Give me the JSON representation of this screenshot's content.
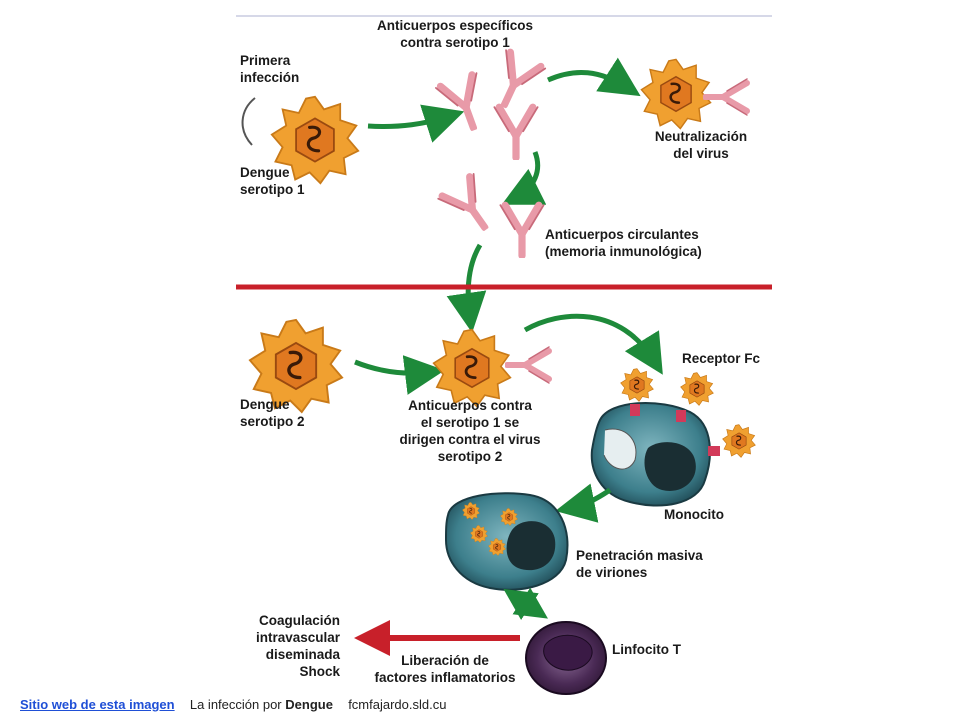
{
  "diagram": {
    "colors": {
      "virus_fill": "#f0a030",
      "virus_core": "#e07820",
      "antibody": "#e89aa8",
      "arrow_green": "#1e8a3a",
      "divider_red": "#c8202a",
      "arrow_red": "#c8202a",
      "cell_teal": "#3d7f8c",
      "lymphocyte": "#4a2a55"
    },
    "labels": {
      "antibodies_specific": [
        "Anticuerpos específicos",
        "contra serotipo 1"
      ],
      "first_infection": [
        "Primera",
        "infección"
      ],
      "dengue_serotype1": [
        "Dengue",
        "serotipo 1"
      ],
      "neutralization": [
        "Neutralización",
        "del virus"
      ],
      "circulating_antibodies": [
        "Anticuerpos circulantes",
        "(memoria inmunológica)"
      ],
      "dengue_serotype2": [
        "Dengue",
        "serotipo 2"
      ],
      "antibodies_against": [
        "Anticuerpos contra",
        "el serotipo 1 se",
        "dirigen contra el virus",
        "serotipo 2"
      ],
      "fc_receptor": "Receptor Fc",
      "monocyte": "Monocito",
      "massive_penetration": [
        "Penetración masiva",
        "de viriones"
      ],
      "t_lymphocyte": "Linfocito T",
      "coagulation": [
        "Coagulación",
        "intravascular",
        "diseminada",
        "Shock"
      ],
      "inflammatory_release": [
        "Liberación de",
        "factores inflamatorios"
      ]
    }
  },
  "caption": {
    "link_text": "Sitio web de esta imagen",
    "text_prefix": "La infección por",
    "text_bold": "Dengue",
    "source": "fcmfajardo.sld.cu"
  }
}
